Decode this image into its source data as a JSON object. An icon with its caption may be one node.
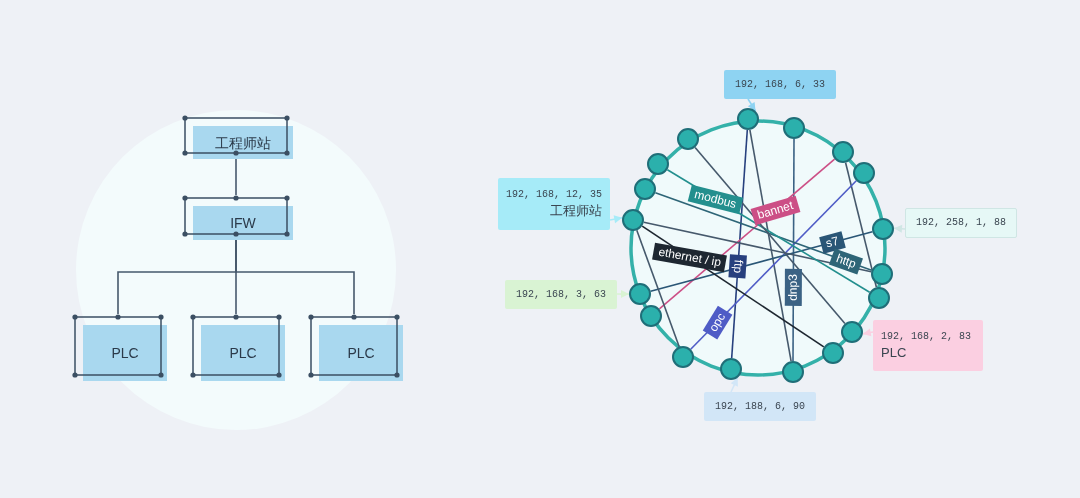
{
  "diagram": {
    "nodes": [
      {
        "text": [
          "工程师站"
        ]
      },
      {
        "text": [
          "IFW"
        ]
      },
      {
        "text": [
          "PLC"
        ]
      },
      {
        "text": [
          "PLC"
        ]
      },
      {
        "text": [
          "PLC"
        ]
      },
      {
        "text": [
          "192, 168, 6, 33"
        ]
      },
      {
        "text": [
          "192, 168, 12, 35",
          "工程师站"
        ]
      },
      {
        "text": [
          "192, 258, 1, 88"
        ]
      },
      {
        "text": [
          "192, 168, 3, 63"
        ]
      },
      {
        "text": [
          "192, 168, 2, 83",
          "PLC"
        ]
      },
      {
        "text": [
          "192, 188, 6, 90"
        ]
      },
      {
        "text": [],
        "shape": "circle"
      },
      {
        "text": [],
        "shape": "circle"
      },
      {
        "text": [],
        "shape": "circle"
      },
      {
        "text": [],
        "shape": "circle"
      },
      {
        "text": [],
        "shape": "circle"
      },
      {
        "text": [],
        "shape": "circle"
      },
      {
        "text": [],
        "shape": "circle"
      },
      {
        "text": [],
        "shape": "circle"
      },
      {
        "text": [],
        "shape": "circle"
      },
      {
        "text": [],
        "shape": "circle"
      },
      {
        "text": [],
        "shape": "circle"
      },
      {
        "text": [],
        "shape": "circle"
      },
      {
        "text": [],
        "shape": "circle"
      },
      {
        "text": [],
        "shape": "circle"
      },
      {
        "text": [],
        "shape": "circle"
      },
      {
        "text": [],
        "shape": "circle"
      },
      {
        "text": [],
        "shape": "circle"
      },
      {
        "text": [],
        "shape": "circle"
      }
    ],
    "edges": [
      {
        "from": 0,
        "to": 1,
        "arrow": "none"
      },
      {
        "from": 1,
        "to": 2,
        "arrow": "none"
      },
      {
        "from": 1,
        "to": 3,
        "arrow": "none"
      },
      {
        "from": 1,
        "to": 4,
        "arrow": "none"
      },
      {
        "from": 5,
        "to": 11,
        "arrow": "to",
        "color": "#8ed3f2"
      },
      {
        "from": 6,
        "to": 25,
        "arrow": "to",
        "color": "#a6ebf8"
      },
      {
        "from": 7,
        "to": 15,
        "arrow": "to",
        "color": "#cfe6e4"
      },
      {
        "from": 8,
        "to": 24,
        "arrow": "to",
        "color": "#d9f3d3"
      },
      {
        "from": 9,
        "to": 18,
        "arrow": "to",
        "color": "#fbcfe1"
      },
      {
        "from": 10,
        "to": 21,
        "arrow": "to",
        "color": "#d2e6f7"
      },
      {
        "from": 11,
        "to": 21,
        "arrow": "none",
        "label": "ftp",
        "color": "#27407e"
      },
      {
        "from": 11,
        "to": 20,
        "arrow": "none"
      },
      {
        "from": 20,
        "to": 12,
        "arrow": "none",
        "label": "dnp3",
        "color": "#3b6284"
      },
      {
        "from": 23,
        "to": 13,
        "arrow": "none",
        "label": "bannet",
        "color": "#cc4f86"
      },
      {
        "from": 13,
        "to": 17,
        "arrow": "none"
      },
      {
        "from": 22,
        "to": 14,
        "arrow": "none",
        "label": "opc",
        "color": "#4f5cc6"
      },
      {
        "from": 24,
        "to": 15,
        "arrow": "none",
        "label": "s7",
        "color": "#2a5676"
      },
      {
        "from": 25,
        "to": 19,
        "arrow": "none",
        "label": "ethernet / ip",
        "color": "#1e2731"
      },
      {
        "from": 25,
        "to": 22,
        "arrow": "none"
      },
      {
        "from": 25,
        "to": 16,
        "arrow": "none"
      },
      {
        "from": 26,
        "to": 16,
        "arrow": "none",
        "label": "http",
        "color": "#2e6577"
      },
      {
        "from": 27,
        "to": 17,
        "arrow": "none",
        "label": "modbus",
        "color": "#238f8e"
      },
      {
        "from": 28,
        "to": 18,
        "arrow": "none"
      }
    ]
  }
}
